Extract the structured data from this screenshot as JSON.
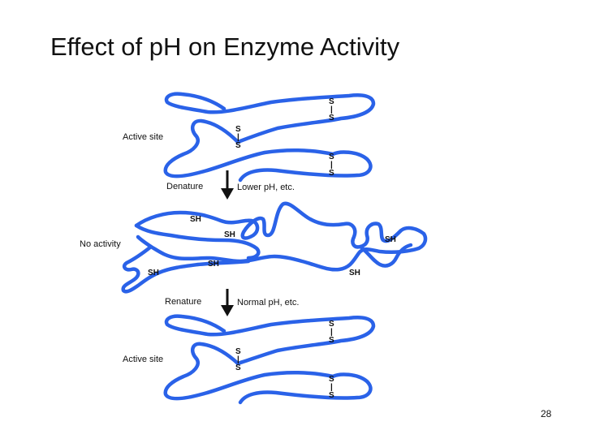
{
  "slide": {
    "title": "Effect of pH on Enzyme Activity",
    "page_number": "28"
  },
  "colors": {
    "protein_chain": "#2a62e8",
    "text": "#111111",
    "background": "#ffffff"
  },
  "states": {
    "native_top": {
      "label": "Active site",
      "disulfide_bonds": [
        [
          "S",
          "|",
          "S"
        ],
        [
          "S",
          "|",
          "S"
        ],
        [
          "S",
          "|",
          "S"
        ]
      ]
    },
    "denatured": {
      "label": "No activity",
      "sulfhydryl_groups": [
        "SH",
        "SH",
        "SH",
        "SH",
        "SH",
        "SH"
      ]
    },
    "native_bottom": {
      "label": "Active site",
      "disulfide_bonds": [
        [
          "S",
          "|",
          "S"
        ],
        [
          "S",
          "|",
          "S"
        ],
        [
          "S",
          "|",
          "S"
        ]
      ]
    }
  },
  "transitions": {
    "denature": {
      "label": "Denature",
      "condition": "Lower pH, etc.",
      "arrow_icon": "down-arrow"
    },
    "renature": {
      "label": "Renature",
      "condition": "Normal pH, etc.",
      "arrow_icon": "down-arrow"
    }
  }
}
